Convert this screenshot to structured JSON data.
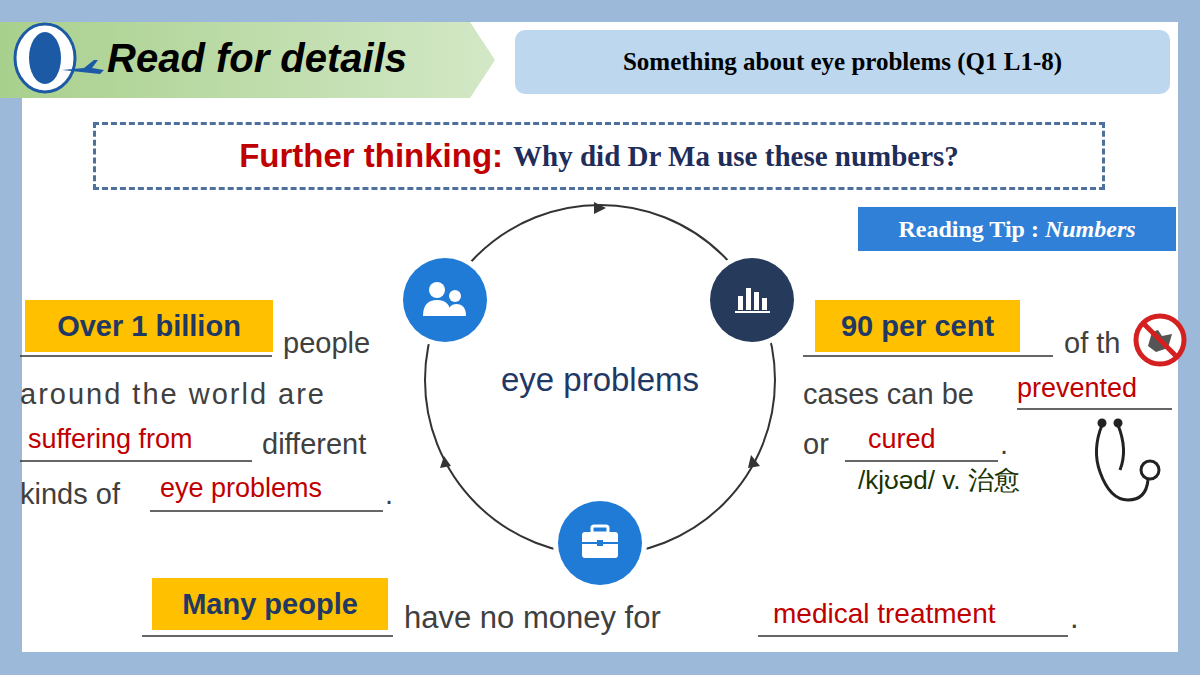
{
  "diagram": {
    "title": "Read for details",
    "nodes": [
      {
        "text": [
          "Something about eye problems (Q1 L1-8)"
        ]
      },
      {
        "text": [
          "Further thinking:",
          "Why did Dr Ma use these numbers?"
        ]
      },
      {
        "text": [
          "Reading Tip :",
          "Numbers"
        ]
      },
      {
        "text": [
          "eye problems"
        ]
      },
      {
        "text": [
          "Over 1 billion"
        ]
      },
      {
        "text": [
          "90 per cent"
        ]
      },
      {
        "text": [
          "Many people"
        ]
      }
    ],
    "labels": [
      "people",
      "around the world are",
      "suffering from",
      "different",
      "kinds of",
      "eye problems",
      ".",
      "of th",
      "cases can be",
      "prevented",
      "or",
      "cured",
      ".",
      "/kjʊəd/ v. 治愈",
      "have no money for",
      "medical treatment",
      "."
    ]
  }
}
